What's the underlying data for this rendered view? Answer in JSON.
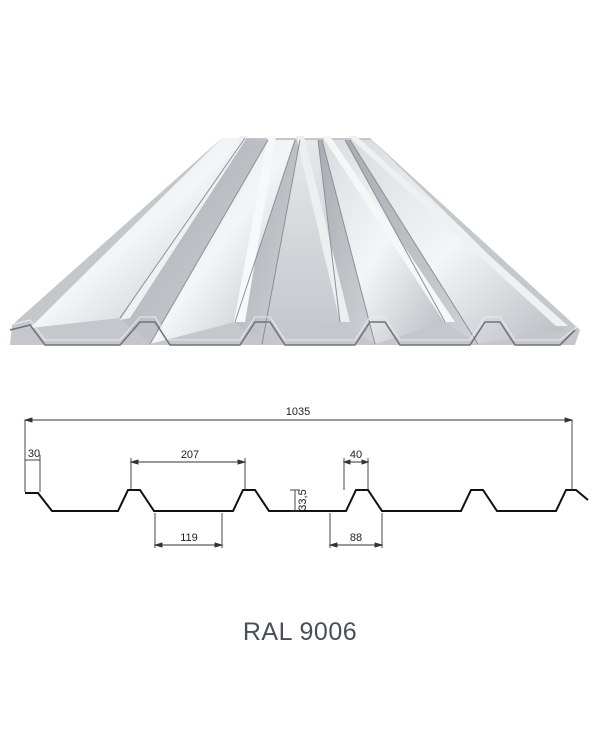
{
  "product": {
    "color_code": "RAL 9006",
    "metal_color": "#c9ccd0"
  },
  "dimensions": {
    "total_width": "1035",
    "top_flange": "30",
    "rib_pitch": "207",
    "rib_top": "40",
    "rib_height": "33,5",
    "valley_bottom": "119",
    "rib_base": "88"
  }
}
